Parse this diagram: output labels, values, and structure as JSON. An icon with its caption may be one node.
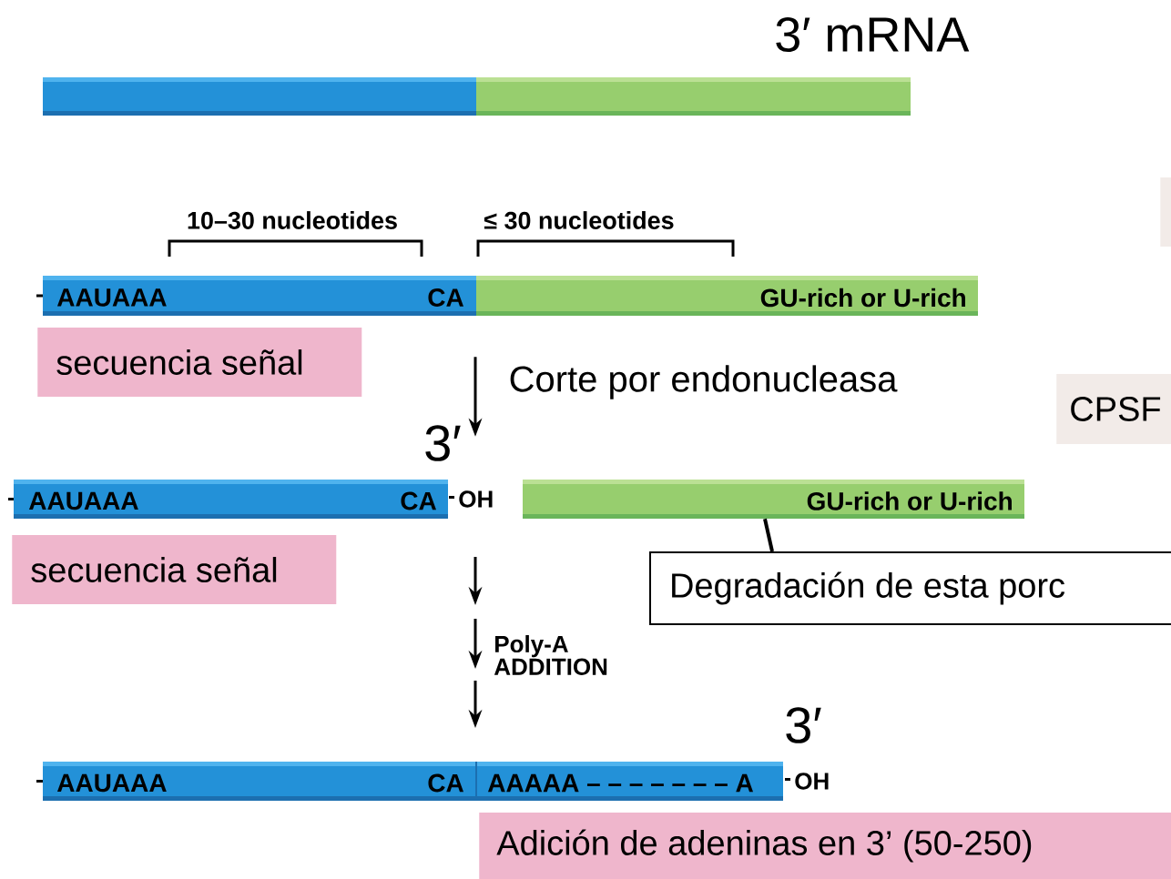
{
  "diagram": {
    "nodes": [
      {
        "text": [],
        "shape": "bar"
      },
      {
        "text": [],
        "shape": "bar"
      },
      {
        "text": [],
        "shape": "box"
      },
      {
        "text": [
          "AAUAAA",
          "CA"
        ]
      },
      {
        "text": [
          "GU-rich or U-rich"
        ]
      },
      {
        "text": [
          "secuencia señal"
        ]
      },
      {
        "text": [
          "CPSF"
        ]
      },
      {
        "text": [
          "AAUAAA",
          "CA"
        ],
        "beside": [
          "OH"
        ]
      },
      {
        "text": [
          "GU-rich or U-rich"
        ]
      },
      {
        "text": [
          "secuencia señal"
        ]
      },
      {
        "text": [
          "Degradación de esta porc"
        ]
      },
      {
        "text": [
          "AAUAAA",
          "CA",
          "AAAAA – – – – – – – A"
        ],
        "beside": [
          "OH"
        ]
      },
      {
        "text": [
          "Adición de adeninas en 3’ (50-250)"
        ]
      }
    ],
    "edges": [
      {
        "from": 3,
        "to": 7,
        "arrow": "to",
        "label": "Corte por endonucleasa"
      },
      {
        "from": 8,
        "to": 10,
        "arrow": "none"
      }
    ],
    "labels": [
      "3′ mRNA",
      "10–30 nucleotides",
      "≤ 30 nucleotides",
      "3′",
      "Poly-A ADDITION",
      "3′"
    ]
  }
}
